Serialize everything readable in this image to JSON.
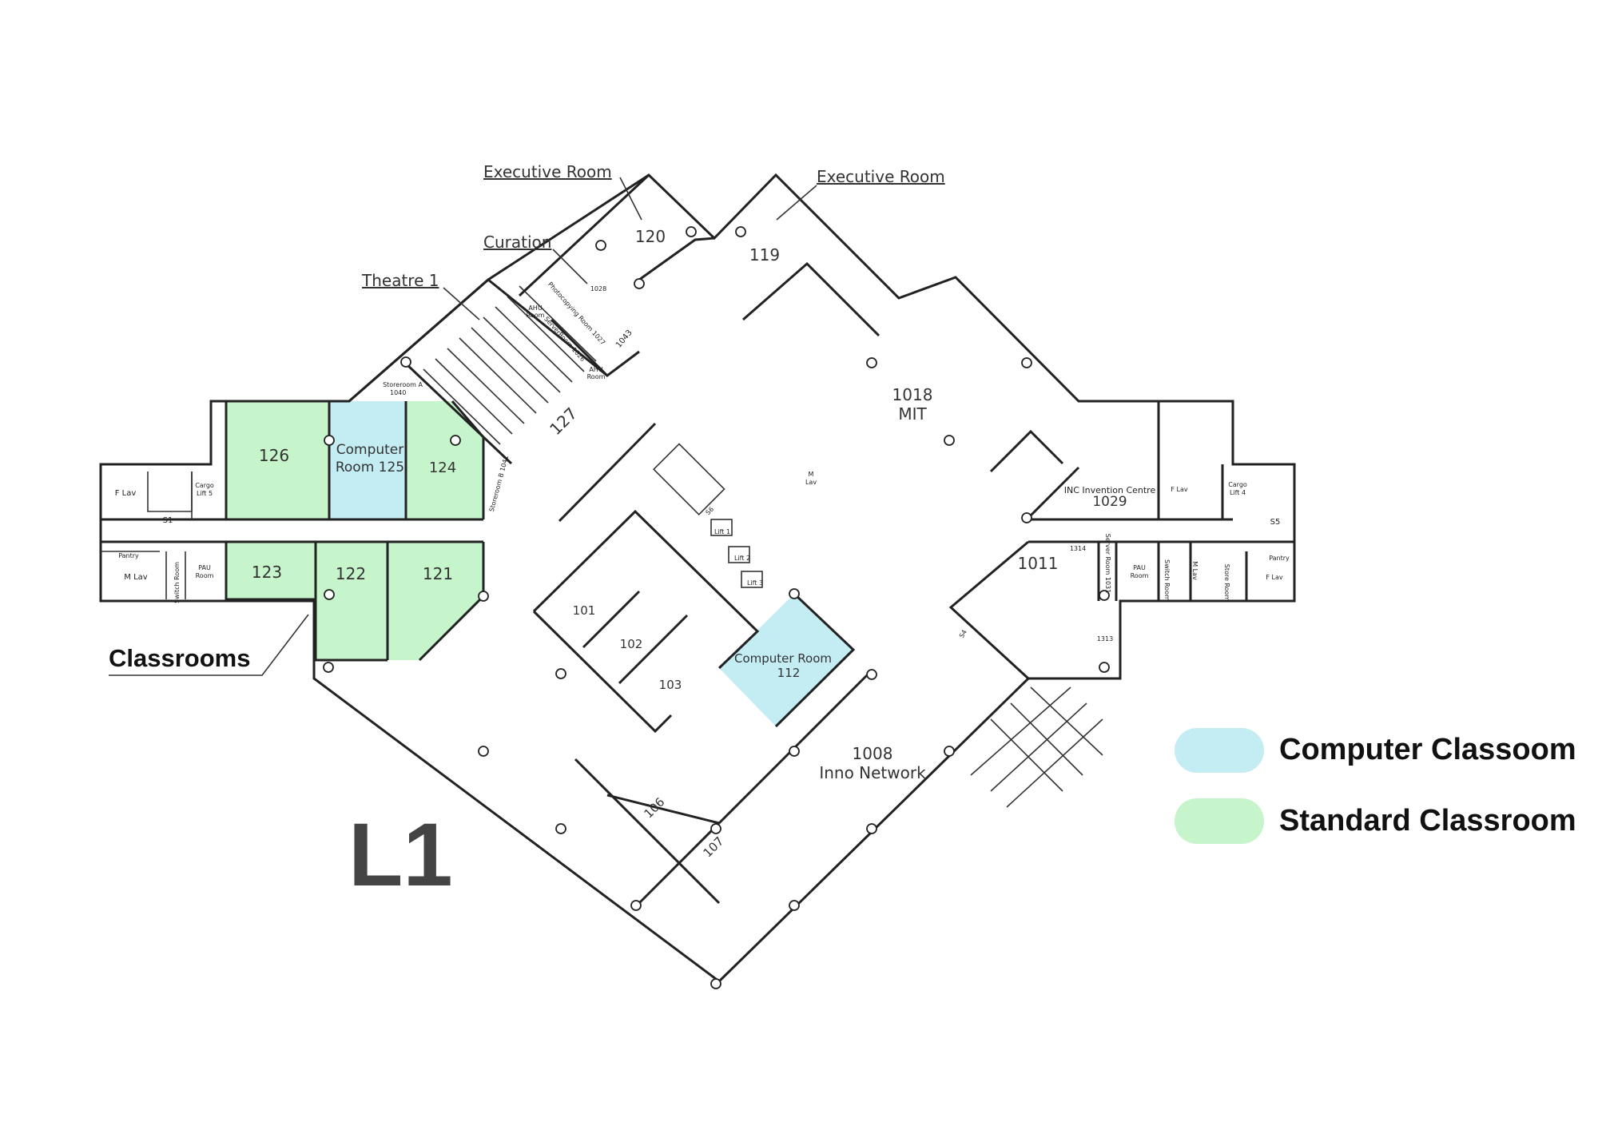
{
  "level": "L1",
  "callouts": {
    "executive_room_left": "Executive Room",
    "executive_room_right": "Executive Room",
    "curation": "Curation",
    "theatre": "Theatre 1",
    "classrooms": "Classrooms"
  },
  "legend": [
    {
      "label": "Computer Classoom",
      "color": "#c3ecf3"
    },
    {
      "label": "Standard Classroom",
      "color": "#c6f5cc"
    }
  ],
  "rooms": {
    "r120": "120",
    "r119": "119",
    "r1018_num": "1018",
    "r1018_name": "MIT",
    "r127": "127",
    "r126": "126",
    "r125_a": "Computer",
    "r125_b": "Room 125",
    "r124": "124",
    "r123": "123",
    "r122": "122",
    "r121": "121",
    "r101": "101",
    "r102": "102",
    "r103": "103",
    "r112_a": "Computer Room",
    "r112_b": "112",
    "r1008_num": "1008",
    "r1008_name": "Inno Network",
    "r1011": "1011",
    "r1029_name": "INC Invention Centre",
    "r1029_num": "1029",
    "r106": "106",
    "r107": "107"
  },
  "small_labels": {
    "f_lav_left": "F Lav",
    "cargo5_a": "Cargo",
    "cargo5_b": "Lift 5",
    "s1": "S1",
    "pantry_left": "Pantry",
    "m_lav_left": "M Lav",
    "switch_left": "Switch Room",
    "pau_left_a": "PAU",
    "pau_left_b": "Room",
    "storeA_a": "Storeroom A",
    "storeA_b": "1040",
    "storeB": "Storeroom B 1041",
    "ahu1_a": "AHU",
    "ahu1_b": "Room",
    "ahu2_a": "AHU",
    "ahu2_b": "Room",
    "photocopy": "Photocopying Room 1027",
    "server1026": "ServerRoom 1026",
    "r1028": "1028",
    "r1043": "1043",
    "s6": "S6",
    "lift1": "Lift 1",
    "lift2": "Lift 2",
    "lift3": "Lift 3",
    "m_lav_center_a": "M",
    "m_lav_center_b": "Lav",
    "s4": "S4",
    "r1314": "1314",
    "r1313": "1313",
    "server1031": "Server Room 1031",
    "pau_right_a": "PAU",
    "pau_right_b": "Room",
    "switch_right": "Switch Room",
    "m_lav_right": "M Lav",
    "store_right": "Store Room",
    "pantry_right": "Pantry",
    "f_lav_right": "F Lav",
    "cargo4_a": "Cargo",
    "cargo4_b": "Lift 4",
    "s5": "S5",
    "f_lav_1029": "F Lav"
  },
  "colors": {
    "computer": "#c3ecf3",
    "standard": "#c6f5cc",
    "level_text": "#444444"
  }
}
